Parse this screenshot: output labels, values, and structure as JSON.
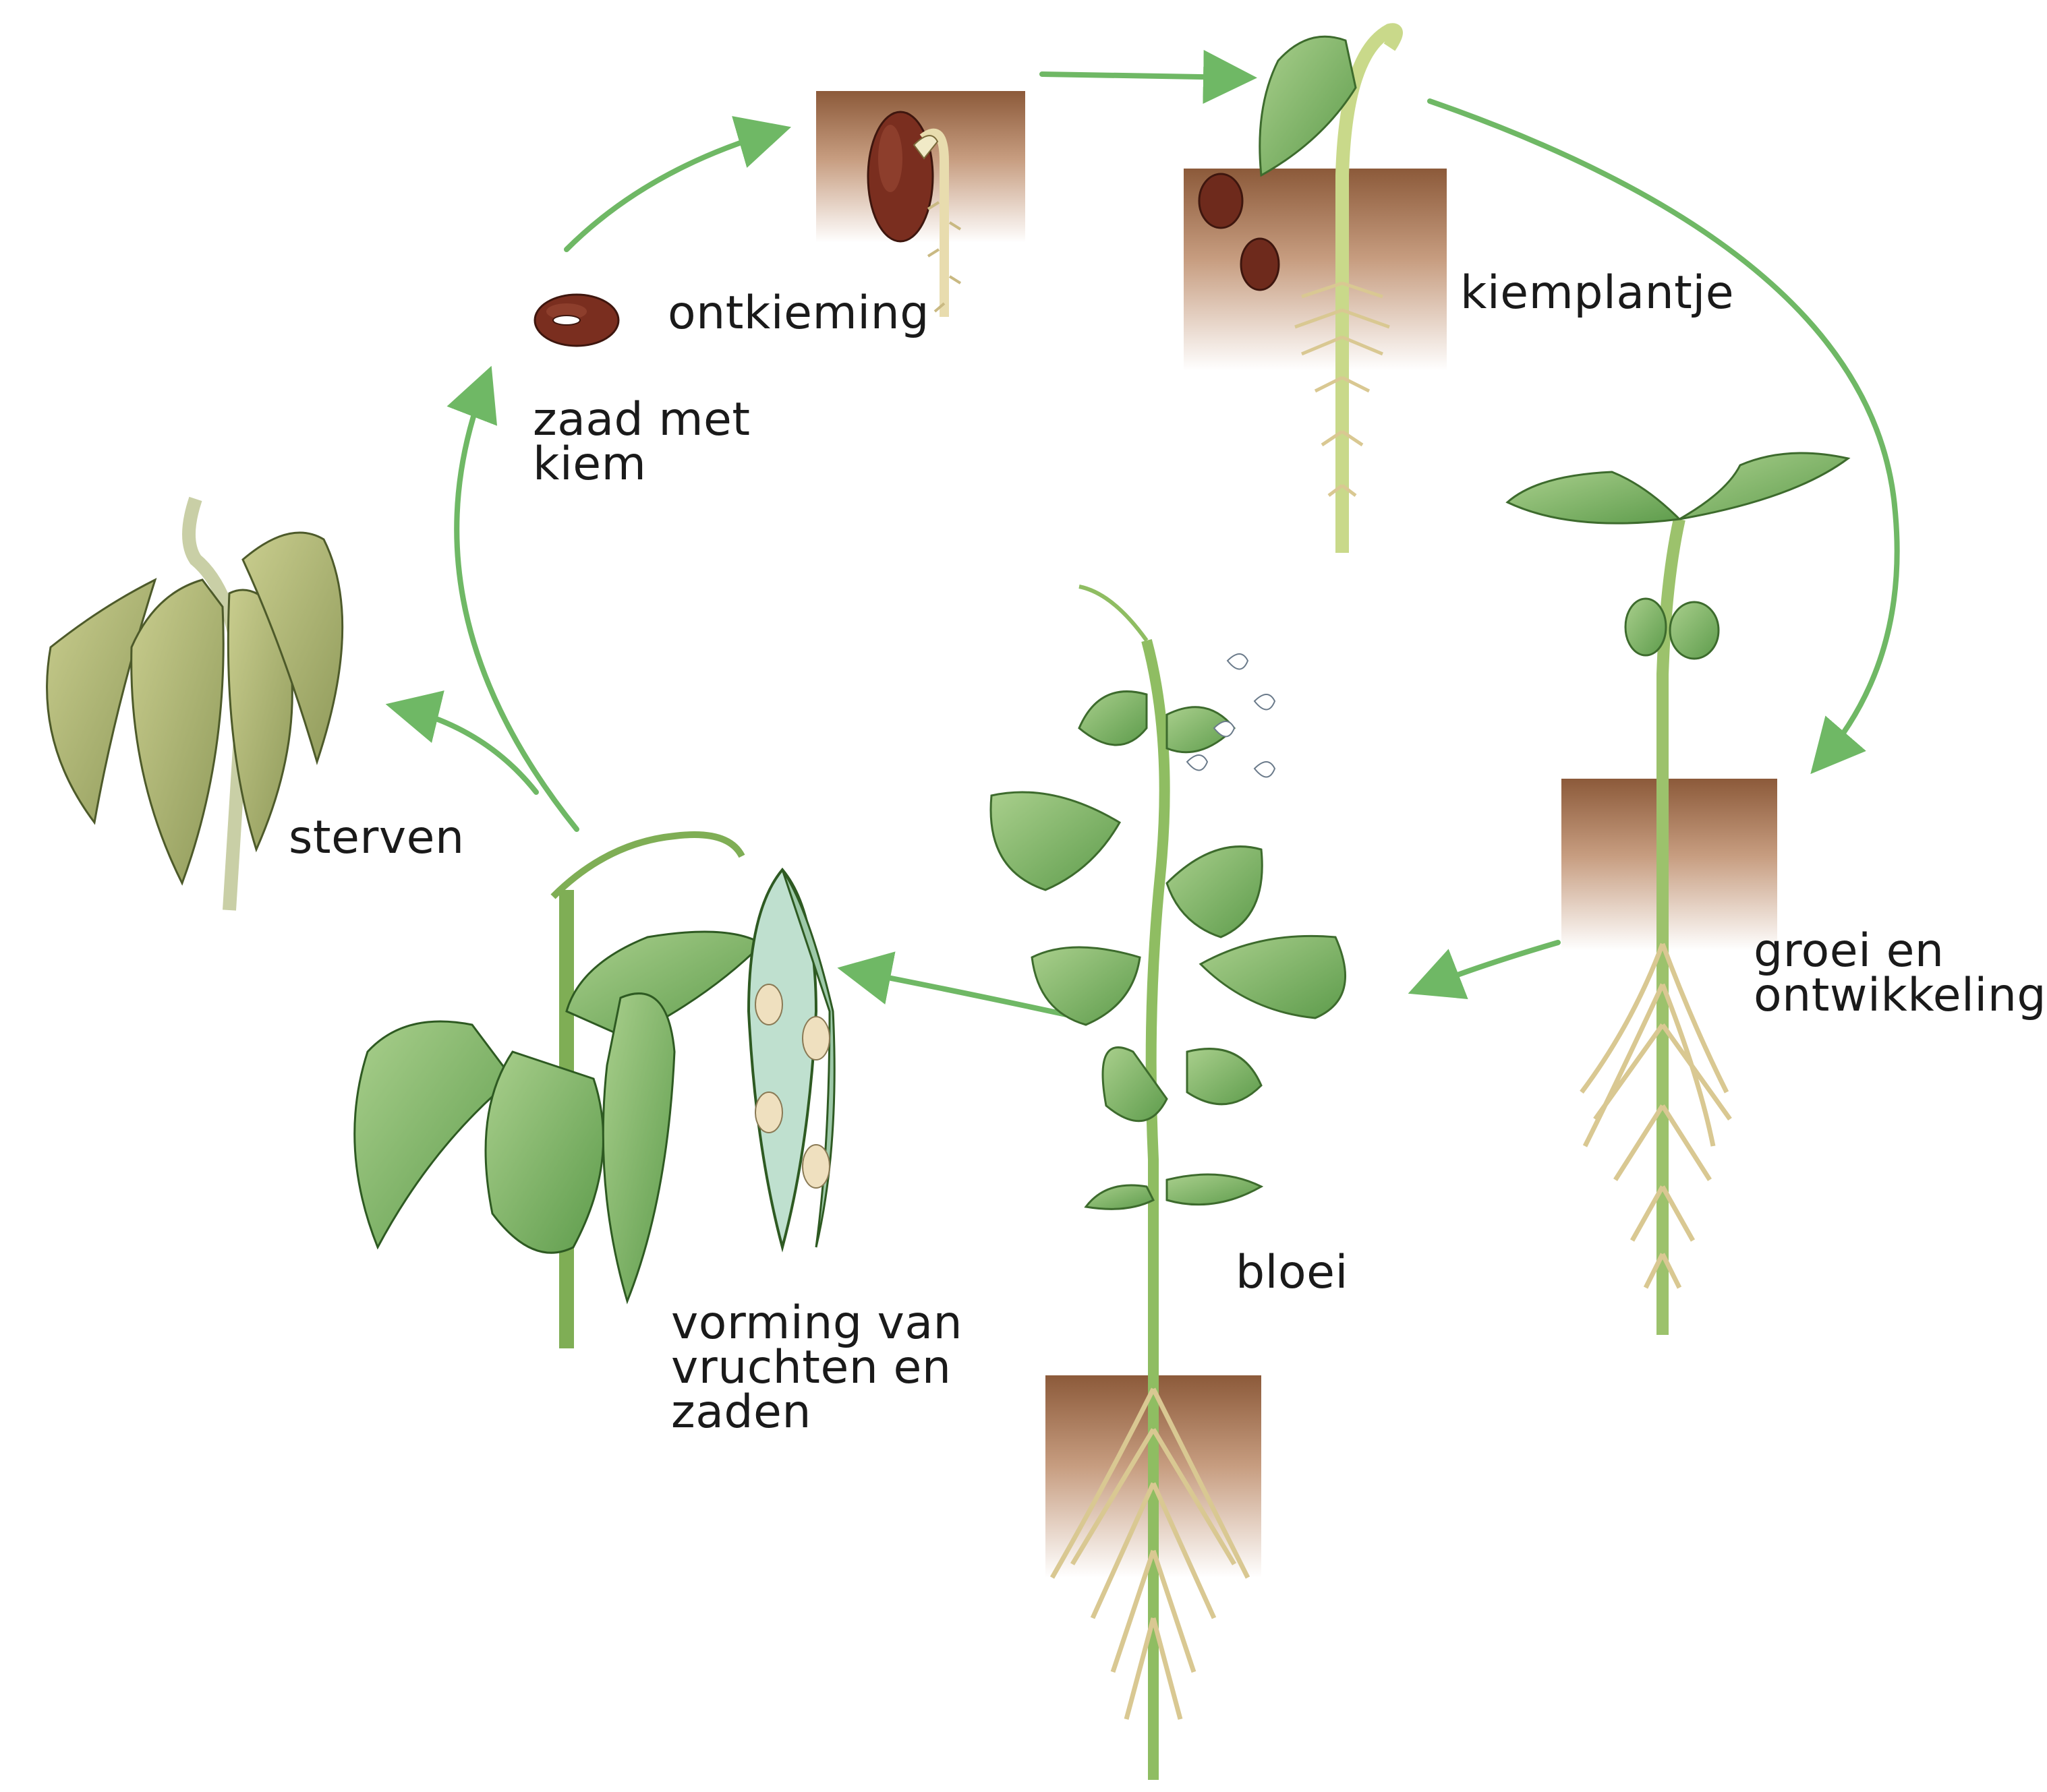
{
  "diagram": {
    "arrow_color": "#6fb865",
    "stages": {
      "seed": "zaad met\nkiem",
      "germination": "ontkieming",
      "seedling": "kiemplantje",
      "growth": "groei en\nontwikkeling",
      "flowering": "bloei",
      "fruiting": "vorming van\nvruchten en\nzaden",
      "dying": "sterven"
    }
  }
}
